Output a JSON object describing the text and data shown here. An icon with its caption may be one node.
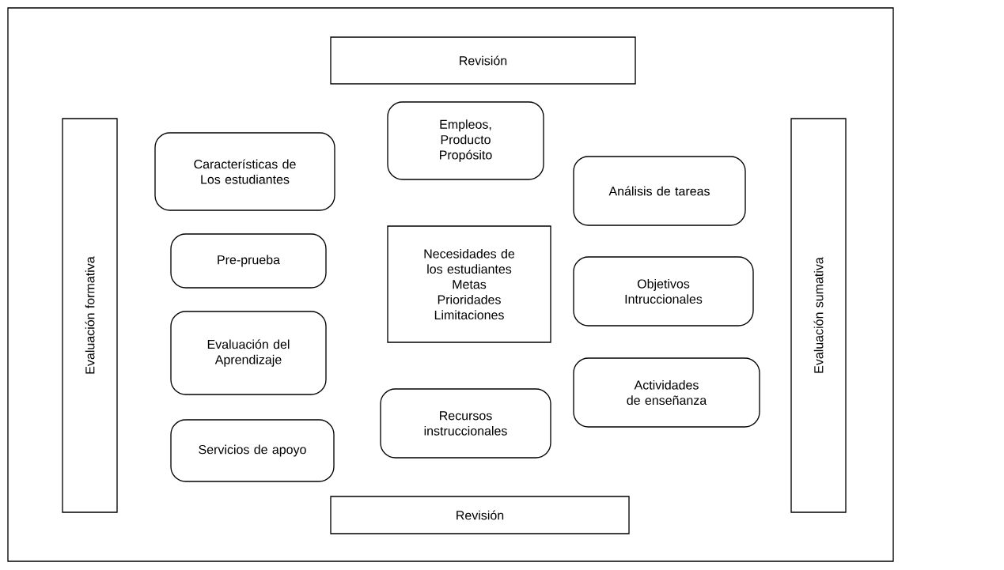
{
  "diagram": {
    "nodes": [
      {
        "text": [
          "Revisión"
        ]
      },
      {
        "text": [
          "Evaluación formativa"
        ]
      },
      {
        "text": [
          "Empleos, Producto Propósito"
        ]
      },
      {
        "text": [
          "Características de Los estudiantes"
        ]
      },
      {
        "text": [
          "Evaluación sumativa"
        ]
      },
      {
        "text": [
          "Análisis de tareas"
        ]
      },
      {
        "text": [
          "Pre-prueba"
        ]
      },
      {
        "text": [
          "Necesidades de los estudiantes",
          "Metas",
          "Prioridades",
          "Limitaciones"
        ]
      },
      {
        "text": [
          "Objetivos Intruccionales"
        ]
      },
      {
        "text": [
          "Evaluación del Aprendizaje"
        ]
      },
      {
        "text": [
          "Actividades de enseñanza"
        ]
      },
      {
        "text": [
          "Recursos instruccionales"
        ]
      },
      {
        "text": [
          "Servicios de apoyo"
        ]
      },
      {
        "text": [
          "Revisión"
        ]
      }
    ]
  }
}
